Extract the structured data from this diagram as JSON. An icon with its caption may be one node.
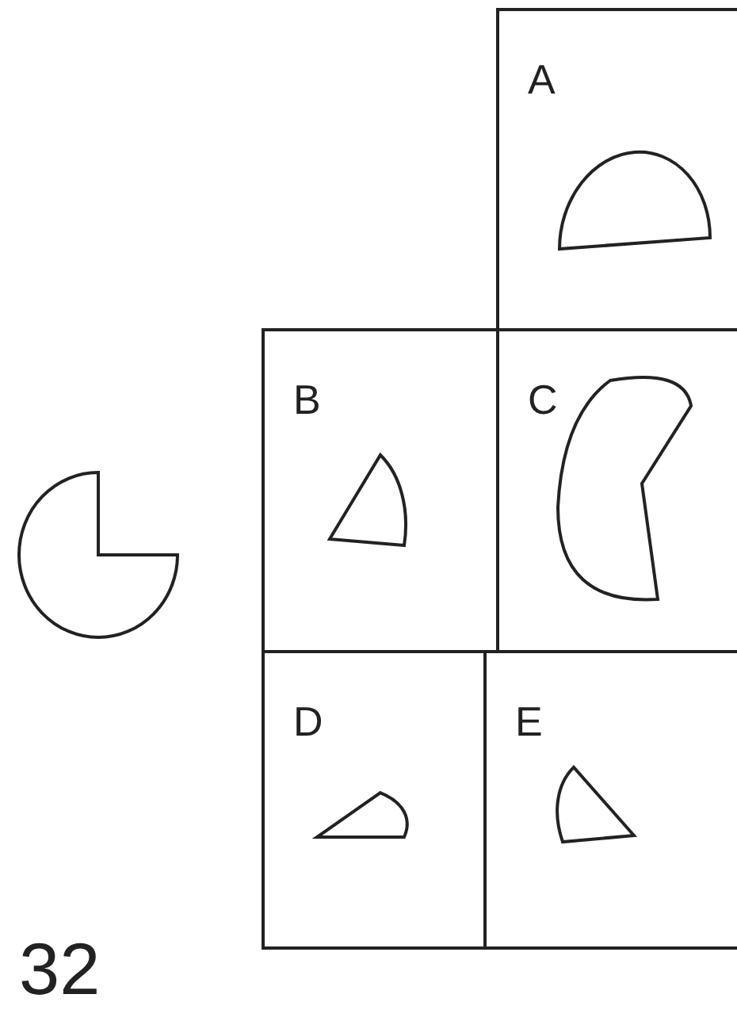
{
  "diagram": {
    "nodes": [
      {
        "text": [
          "A"
        ]
      },
      {
        "text": [],
        "shape": "semicircle",
        "in": 0
      },
      {
        "text": [],
        "shape": "circle"
      },
      {
        "text": [
          "B"
        ]
      },
      {
        "text": [],
        "shape": "sector",
        "in": 3
      },
      {
        "text": [
          "C"
        ]
      },
      {
        "text": [],
        "shape": "crescent",
        "in": 5
      },
      {
        "text": [
          "D"
        ]
      },
      {
        "text": [],
        "shape": "sector",
        "in": 7
      },
      {
        "text": [
          "E"
        ]
      },
      {
        "text": [],
        "shape": "sector",
        "in": 9
      }
    ],
    "labels": [
      "32"
    ]
  }
}
